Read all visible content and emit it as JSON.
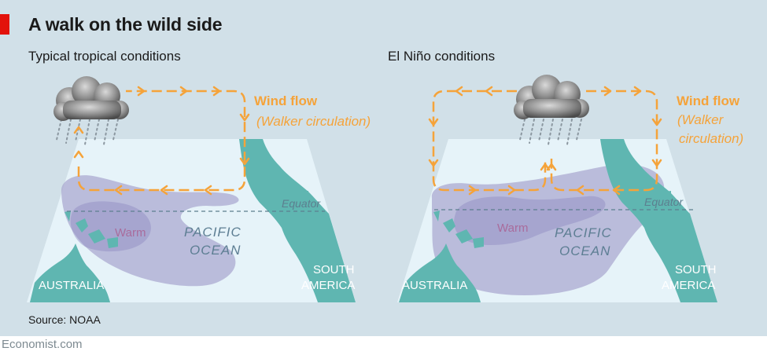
{
  "header": {
    "title": "A walk on the wild side"
  },
  "panels": [
    {
      "subtitle": "Typical tropical conditions",
      "wind_title": "Wind flow",
      "wind_sub_line1": "(Walker circulation)",
      "wind_sub_line2": "",
      "equator": "Equator",
      "warm": "Warm",
      "ocean_line1": "PACIFIC",
      "ocean_line2": "OCEAN",
      "australia": "AUSTRALIA",
      "south_america_line1": "SOUTH",
      "south_america_line2": "AMERICA"
    },
    {
      "subtitle": "El Niño conditions",
      "wind_title": "Wind flow",
      "wind_sub_line1": "(Walker",
      "wind_sub_line2": "circulation)",
      "equator": "Equator",
      "warm": "Warm",
      "ocean_line1": "PACIFIC",
      "ocean_line2": "OCEAN",
      "australia": "AUSTRALIA",
      "south_america_line1": "SOUTH",
      "south_america_line2": "AMERICA"
    }
  ],
  "footer": {
    "source": "Source: NOAA",
    "credit": "Economist.com"
  },
  "colors": {
    "background": "#d1e0e8",
    "ocean": "#e6f3f9",
    "land": "#5fb6b1",
    "warm_pool": "#a9a6cf",
    "wind": "#f5a33a",
    "accent": "#e3120b"
  },
  "icons": [
    "rain-cloud-icon",
    "wind-arrow-icon"
  ]
}
